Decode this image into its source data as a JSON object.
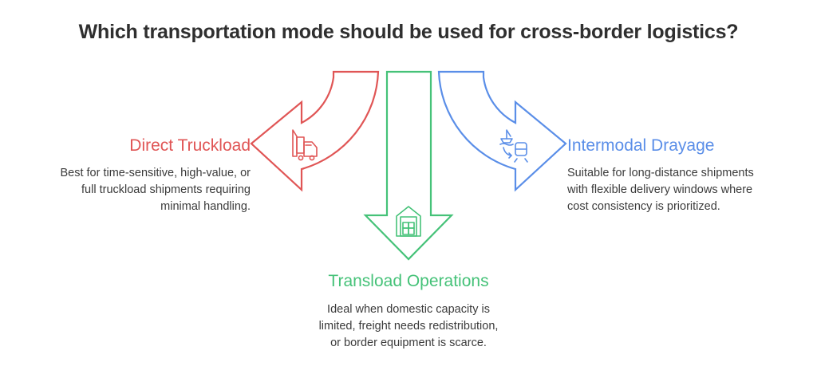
{
  "title": "Which transportation mode should be used for cross-border logistics?",
  "colors": {
    "left": "#e05555",
    "center": "#45c278",
    "right": "#5a8ee8",
    "text": "#3b3b3b"
  },
  "options": {
    "left": {
      "title": "Direct Truckload",
      "icon": "truck-icon",
      "description": [
        "Best for time-sensitive, high-value, or",
        "full truckload shipments requiring",
        "minimal handling."
      ]
    },
    "center": {
      "title": "Transload Operations",
      "icon": "warehouse-icon",
      "description": [
        "Ideal when domestic capacity is",
        "limited, freight needs redistribution,",
        "or border equipment is scarce."
      ]
    },
    "right": {
      "title": "Intermodal Drayage",
      "icon": "ship-train-icon",
      "description": [
        "Suitable for long-distance shipments",
        "with flexible delivery windows where",
        "cost consistency is prioritized."
      ]
    }
  }
}
